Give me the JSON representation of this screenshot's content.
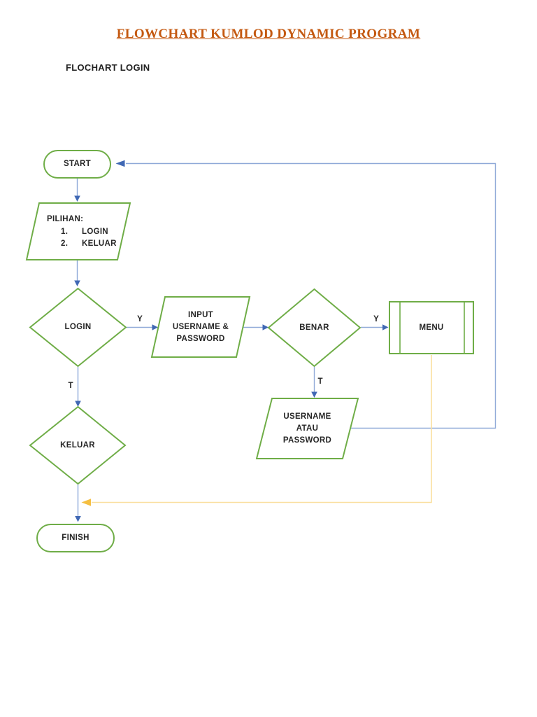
{
  "document": {
    "title": "FLOWCHART KUMLOD DYNAMIC PROGRAM",
    "subtitle": "FLOCHART LOGIN"
  },
  "colors": {
    "title_text": "#C45911",
    "shape_border_green": "#6FAD47",
    "connector_blue": "#8FA9D8",
    "arrowhead_blue": "#4068B4",
    "connector_yellow": "#FADF9E",
    "arrowhead_yellow": "#F5BF42",
    "label_text": "#262626"
  },
  "flowchart": {
    "start": {
      "label": "START",
      "shape": "terminator"
    },
    "pilihan": {
      "title": "PILIHAN:",
      "shape": "data-parallelogram",
      "items": [
        {
          "num": "1.",
          "label": "LOGIN"
        },
        {
          "num": "2.",
          "label": "KELUAR"
        }
      ]
    },
    "login": {
      "label": "LOGIN",
      "shape": "decision"
    },
    "input": {
      "lines": [
        "INPUT",
        "USERNAME &",
        "PASSWORD"
      ],
      "shape": "data-parallelogram"
    },
    "benar": {
      "label": "BENAR",
      "shape": "decision"
    },
    "menu": {
      "label": "MENU",
      "shape": "predefined-process"
    },
    "username_atau": {
      "lines": [
        "USERNAME",
        "ATAU",
        "PASSWORD"
      ],
      "shape": "data-parallelogram"
    },
    "keluar": {
      "label": "KELUAR",
      "shape": "decision"
    },
    "finish": {
      "label": "FINISH",
      "shape": "terminator"
    },
    "edge_labels": {
      "login_yes": "Y",
      "login_no": "T",
      "benar_yes": "Y",
      "benar_no": "T"
    }
  }
}
